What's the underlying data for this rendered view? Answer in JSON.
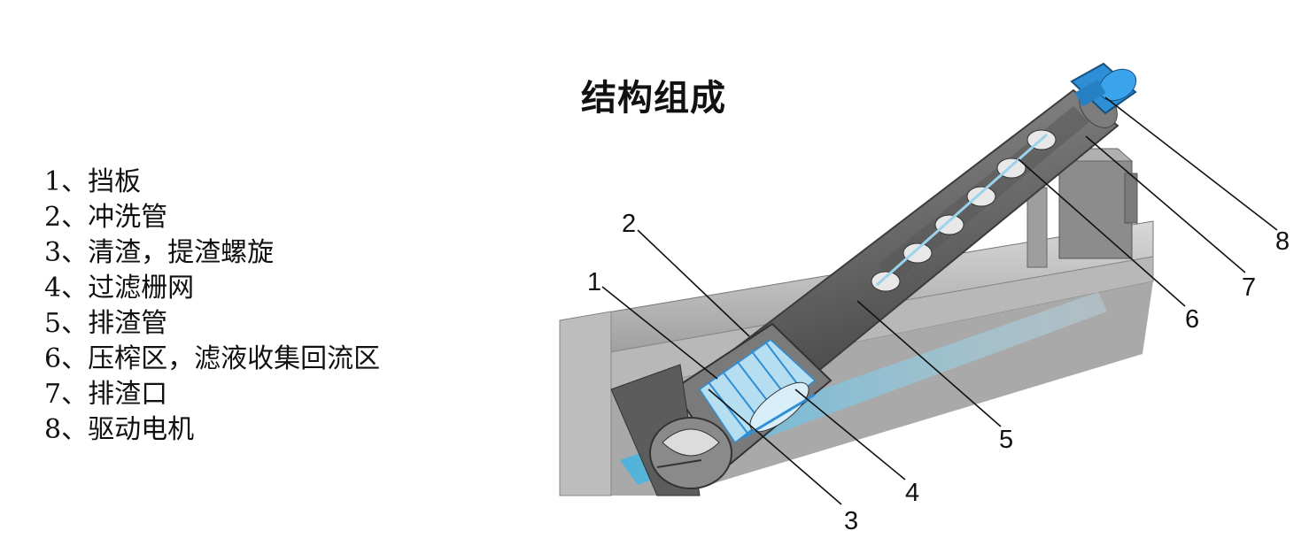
{
  "title": "结构组成",
  "legend": [
    "1、挡板",
    "2、冲洗管",
    "3、清渣，提渣螺旋",
    "4、过滤栅网",
    "5、排渣管",
    "6、压榨区，滤液收集回流区",
    "7、排渣口",
    "8、驱动电机"
  ],
  "callouts": [
    "1",
    "2",
    "3",
    "4",
    "5",
    "6",
    "7",
    "8"
  ],
  "colors": {
    "concrete": "#c9c9c9",
    "concrete_dark": "#8e8e8e",
    "tube": "#6d6d6d",
    "water": "#5fc3e8",
    "motor": "#2f8fd6",
    "screen": "#b5dff0"
  }
}
